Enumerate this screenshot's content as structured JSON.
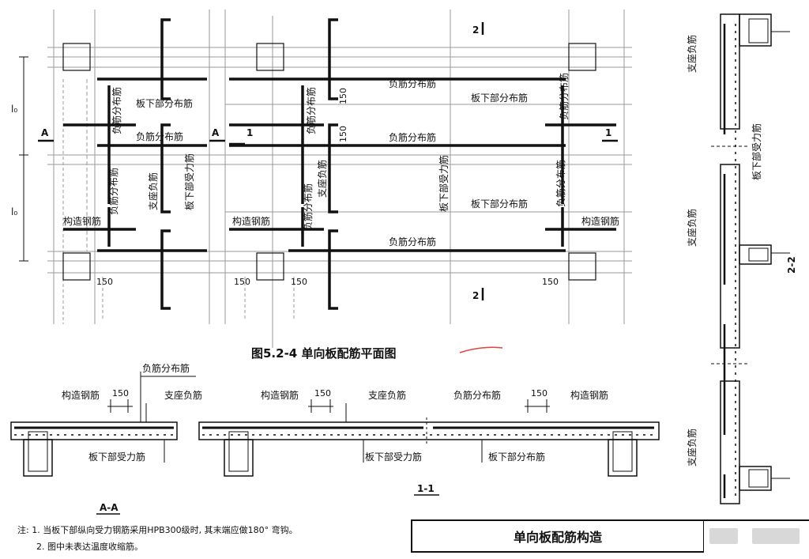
{
  "caption": "图5.2-4  单向板配筋平面图",
  "title_block": {
    "title": "单向板配筋构造"
  },
  "notes": [
    "注: 1. 当板下部纵向受力钢筋采用HPB300级时, 其末端应做180° 弯钩。",
    "2. 图中未表达温度收缩筋。"
  ],
  "plan": {
    "span_label": "l₀",
    "section_A": "A",
    "section_1": "1",
    "section_2": "2",
    "dim_150": "150",
    "neg_dist_bar": "负筋分布筋",
    "bottom_dist_bar": "板下部分布筋",
    "bottom_main_bar": "板下部受力筋",
    "support_neg_bar": "支座负筋",
    "struct_bar": "构造钢筋"
  },
  "sections": {
    "aa_label": "A-A",
    "s11_label": "1-1",
    "s22_label": "2-2",
    "neg_dist_bar": "负筋分布筋",
    "struct_bar": "构造钢筋",
    "dim_150": "150",
    "support_neg_bar": "支座负筋",
    "bottom_main_bar": "板下部受力筋",
    "bottom_dist_bar": "板下部分布筋"
  },
  "colors": {
    "ink": "#111111",
    "grid": "#9a9a9a",
    "markup": "#e0443a"
  }
}
